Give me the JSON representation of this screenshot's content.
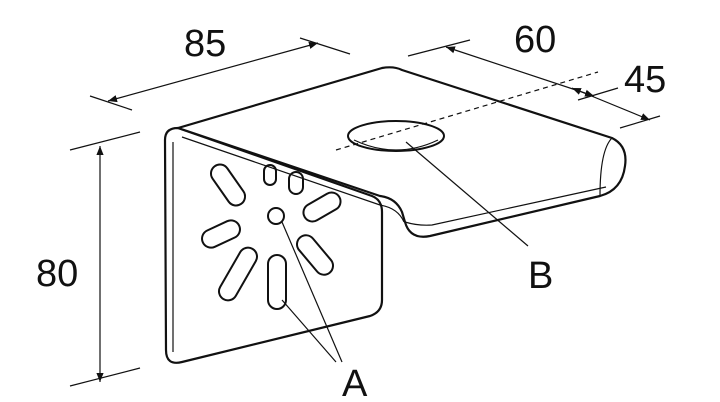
{
  "dimensions": {
    "width_top": "85",
    "depth_top": "60",
    "hole_offset": "45",
    "height": "80"
  },
  "callouts": {
    "slots": "A",
    "hole": "B"
  },
  "colors": {
    "line": "#111111",
    "background": "#ffffff"
  }
}
